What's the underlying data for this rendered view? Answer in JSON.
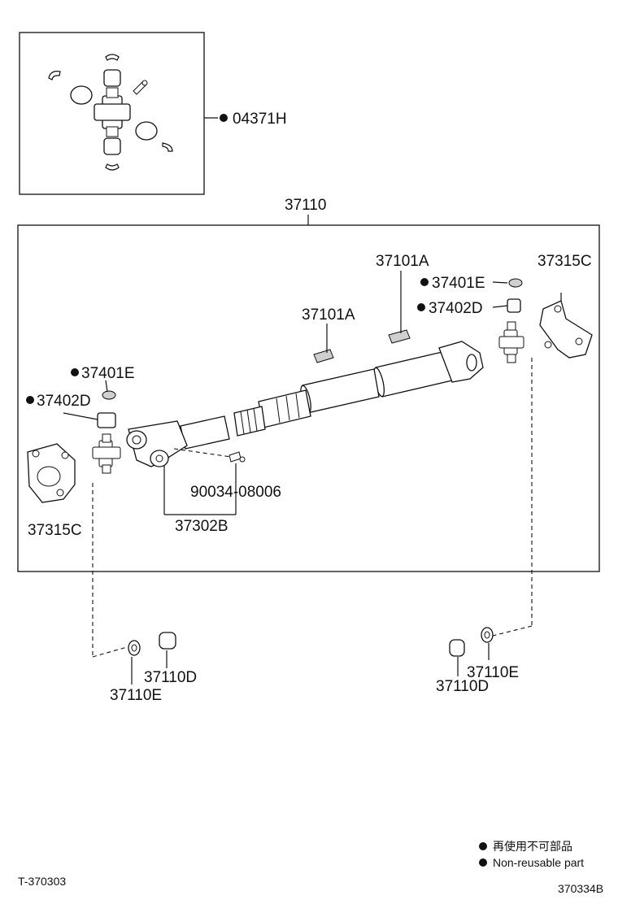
{
  "diagram": {
    "kit_label": "04371H",
    "assembly_label": "37110",
    "labels": {
      "center_bearing_upper": "37101A",
      "center_bearing_lower": "37101A",
      "flange_yoke_right": "37315C",
      "flange_yoke_left": "37315C",
      "snap_ring_right": "37401E",
      "bearing_right": "37402D",
      "snap_ring_left": "37401E",
      "bearing_left": "37402D",
      "grease_fitting": "90034-08006",
      "sleeve_yoke": "37302B",
      "left_ring": "37110E",
      "left_cup": "37110D",
      "right_ring": "37110E",
      "right_cup": "37110D"
    },
    "legend": {
      "line_jp": "再使用不可部品",
      "line_en": "Non-reusable part"
    },
    "footer": {
      "left_code": "T-370303",
      "right_code": "370334B"
    }
  }
}
